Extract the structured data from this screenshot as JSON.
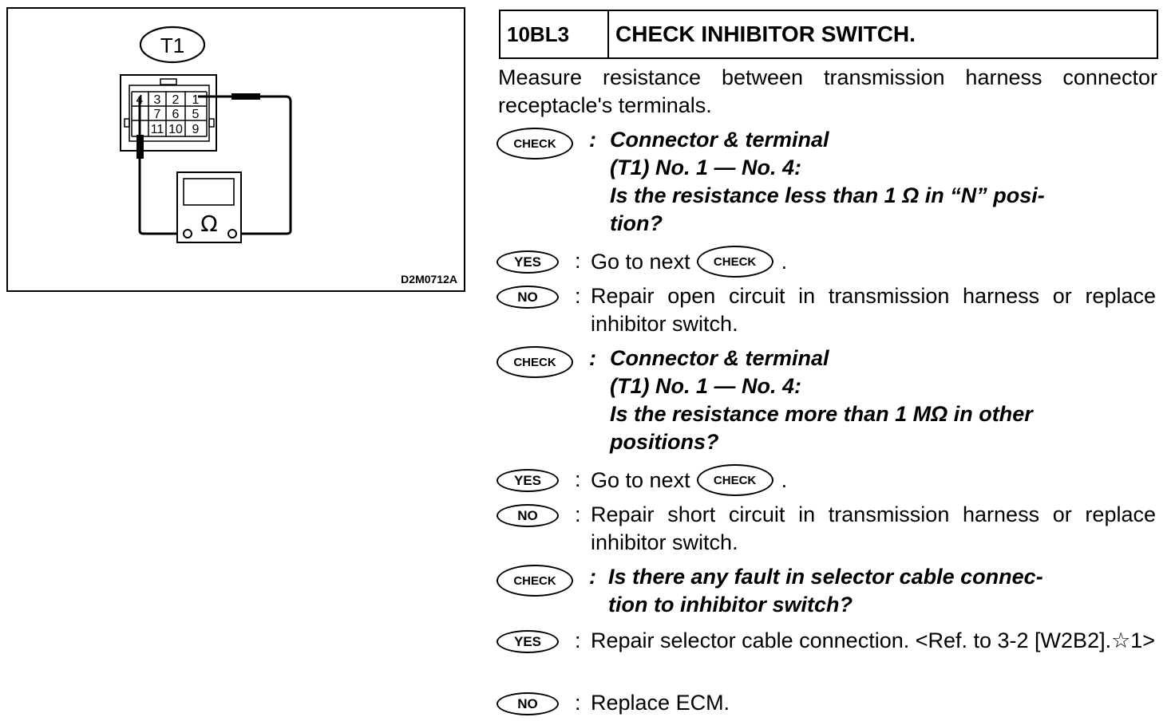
{
  "figure": {
    "connector_label": "T1",
    "terminals_top": [
      "4",
      "3",
      "2",
      "1"
    ],
    "terminals_bottom_row1": [
      "7",
      "6",
      "5"
    ],
    "terminals_bottom_row2": [
      "11",
      "10",
      "9"
    ],
    "meter_symbol": "Ω",
    "code": "D2M0712A"
  },
  "header": {
    "step": "10BL3",
    "title": "CHECK INHIBITOR SWITCH."
  },
  "intro": "Measure resistance between transmission harness connector receptacle's terminals.",
  "badges": {
    "check": "CHECK",
    "yes": "YES",
    "no": "NO"
  },
  "colon": ":",
  "blocks": [
    {
      "check_lines": [
        "Connector & terminal",
        "(T1) No. 1 — No. 4:",
        "Is the resistance less than 1 Ω in “N” posi-",
        "tion?"
      ],
      "yes_prefix": "Go to next",
      "yes_suffix": ".",
      "no_text": "Repair open circuit in transmission harness or replace inhibitor switch."
    },
    {
      "check_lines": [
        "Connector & terminal",
        "(T1) No. 1 — No. 4:",
        "Is the resistance more than 1 MΩ in other",
        "positions?"
      ],
      "yes_prefix": "Go to next",
      "yes_suffix": ".",
      "no_text": "Repair short circuit in transmission harness or replace inhibitor switch."
    },
    {
      "check_lines": [
        "Is there any fault in selector cable connec-",
        "tion to inhibitor switch?"
      ],
      "yes_text": "Repair selector cable connection. <Ref. to 3-2 [W2B2].☆1>",
      "no_text": "Replace ECM."
    }
  ]
}
